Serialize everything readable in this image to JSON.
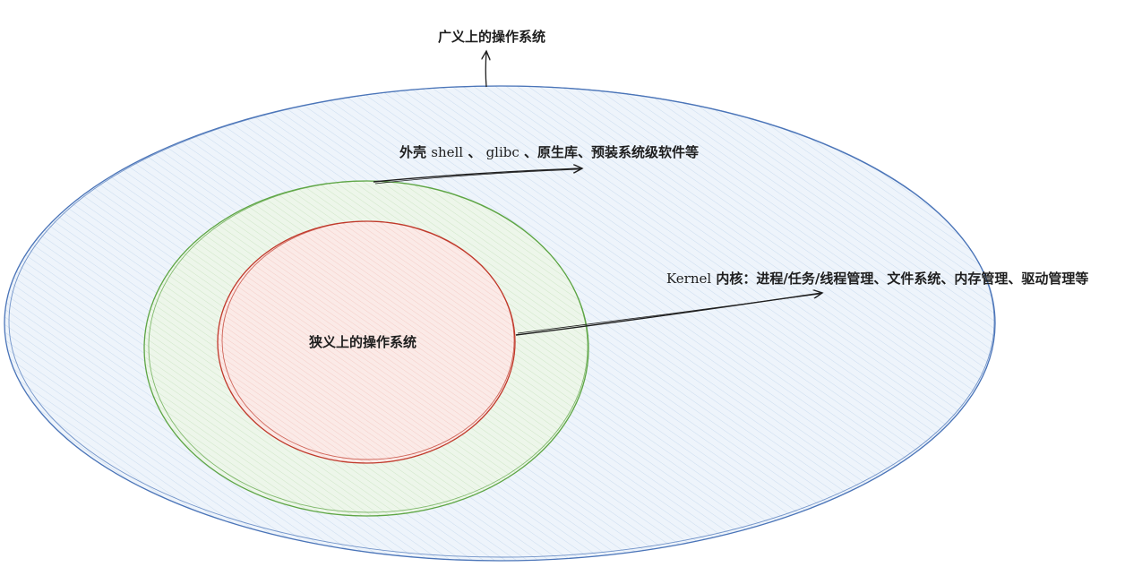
{
  "diagram": {
    "top_label": "广义上的操作系统",
    "shell_label_a": "外壳",
    "shell_label_b": "shell",
    "shell_label_c": "、",
    "shell_label_d": "glibc",
    "shell_label_e": "、原生库、预装系统级软件等",
    "inner_label": "狭义上的操作系统",
    "kernel_label_a": "Kernel",
    "kernel_label_b": "内核：进程/任务/线程管理、文件系统、内存管理、驱动管理等"
  },
  "colors": {
    "outer_stroke": "#4a74b8",
    "outer_fill": "#eaf2fb",
    "middle_stroke": "#5da544",
    "middle_fill": "#eaf5e6",
    "inner_stroke": "#c0392b",
    "inner_fill": "#fbe7e4",
    "arrow": "#1e1e1e"
  }
}
